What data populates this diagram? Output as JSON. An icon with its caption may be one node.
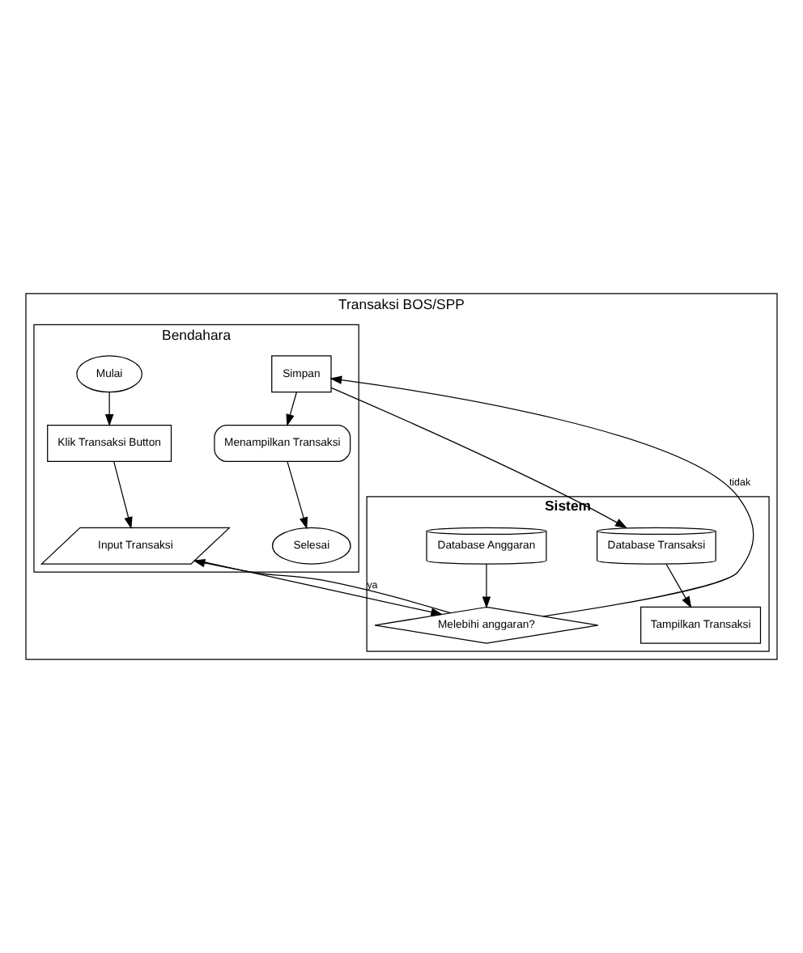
{
  "diagram": {
    "nodes": [
      {
        "text": [
          "Transaksi BOS/SPP"
        ]
      },
      {
        "text": [
          "Bendahara"
        ],
        "in": 0
      },
      {
        "text": [
          "Sistem"
        ],
        "in": 0
      },
      {
        "text": [
          "Mulai"
        ],
        "in": 1
      },
      {
        "text": [
          "Klik Transaksi Button"
        ],
        "in": 1
      },
      {
        "text": [
          "Input Transaksi"
        ],
        "in": 1
      },
      {
        "text": [
          "Simpan"
        ],
        "in": 1
      },
      {
        "text": [
          "Menampilkan Transaksi"
        ],
        "in": 1
      },
      {
        "text": [
          "Selesai"
        ],
        "in": 1
      },
      {
        "text": [
          "Database Anggaran"
        ],
        "in": 2
      },
      {
        "text": [
          "Melebihi anggaran?"
        ],
        "in": 2
      },
      {
        "text": [
          "Database Transaksi"
        ],
        "in": 2
      },
      {
        "text": [
          "Tampilkan Transaksi"
        ],
        "in": 2
      }
    ],
    "edges": [
      {
        "from": 3,
        "to": 4,
        "arrow": "to"
      },
      {
        "from": 4,
        "to": 5,
        "arrow": "to"
      },
      {
        "from": 5,
        "to": 10,
        "arrow": "to"
      },
      {
        "from": 9,
        "to": 10,
        "arrow": "to"
      },
      {
        "from": 10,
        "to": 5,
        "arrow": "to",
        "label": "ya"
      },
      {
        "from": 10,
        "to": 6,
        "arrow": "to",
        "label": "tidak"
      },
      {
        "from": 6,
        "to": 11,
        "arrow": "to"
      },
      {
        "from": 11,
        "to": 12,
        "arrow": "to"
      },
      {
        "from": 6,
        "to": 7,
        "arrow": "to"
      },
      {
        "from": 7,
        "to": 8,
        "arrow": "to"
      }
    ]
  }
}
